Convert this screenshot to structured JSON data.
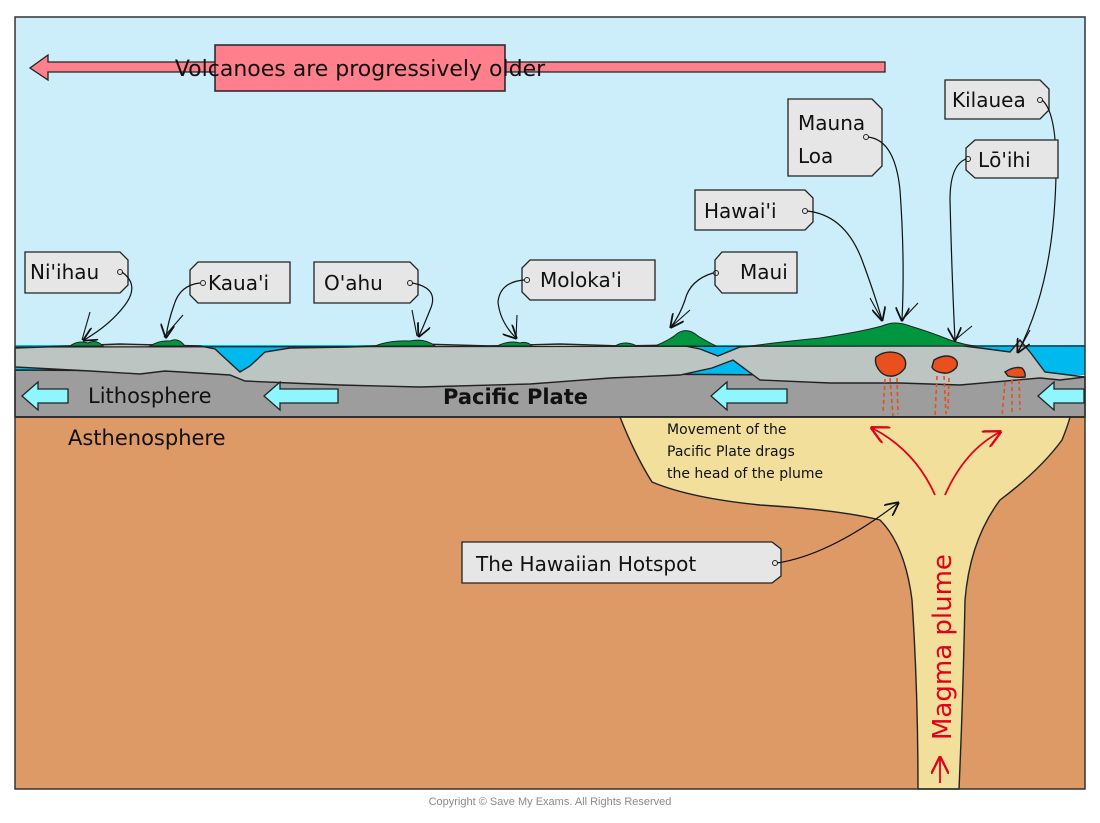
{
  "banner": {
    "text": "Volcanoes are progressively older"
  },
  "islands": [
    {
      "name": "Ni'ihau"
    },
    {
      "name": "Kaua'i"
    },
    {
      "name": "O'ahu"
    },
    {
      "name": "Moloka'i"
    },
    {
      "name": "Maui"
    },
    {
      "name": "Hawai'i"
    },
    {
      "name_line1": "Mauna",
      "name_line2": "Loa"
    },
    {
      "name": "Kilauea"
    },
    {
      "name": "Lō'ihi"
    }
  ],
  "layers": {
    "lithosphere": "Lithosphere",
    "asthenosphere": "Asthenosphere",
    "plate": "Pacific Plate"
  },
  "annotations": {
    "movement": [
      "Movement of the",
      "Pacific Plate drags",
      "the head of the plume"
    ],
    "hotspot": "The Hawaiian Hotspot",
    "plume": "Magma plume"
  },
  "colors": {
    "sky": "#cbeefa",
    "ocean": "#00b9ee",
    "crust": "#bcc5c2",
    "lithosphere": "#9d9d9d",
    "asthenosphere": "#dd9966",
    "plume": "#f2df9c",
    "banner": "#ff7f8c",
    "land": "#009640",
    "magma": "#e8501e",
    "plume_text": "#e2001a",
    "arrow": "#8ff6ff",
    "tag": "#e6e6e6"
  },
  "footer": {
    "copyright": "Copyright © Save My Exams. All Rights Reserved"
  }
}
